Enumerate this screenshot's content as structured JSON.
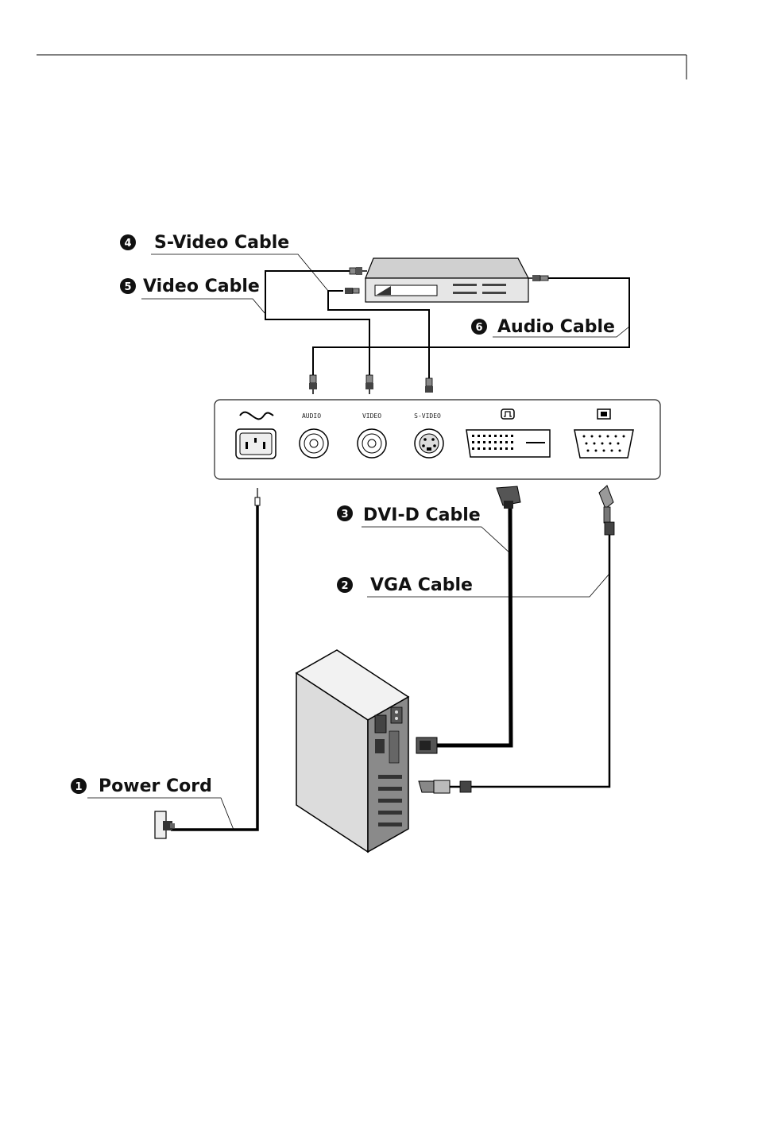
{
  "callouts": {
    "power_cord": {
      "number": "1",
      "label": "Power Cord"
    },
    "vga_cable": {
      "number": "2",
      "label": "VGA Cable"
    },
    "dvi_cable": {
      "number": "3",
      "label": "DVI-D Cable"
    },
    "svideo_cable": {
      "number": "4",
      "label": "S-Video Cable"
    },
    "video_cable": {
      "number": "5",
      "label": "Video Cable"
    },
    "audio_cable": {
      "number": "6",
      "label": "Audio Cable"
    }
  },
  "ports": {
    "audio": "AUDIO",
    "video": "VIDEO",
    "svideo": "S-VIDEO"
  },
  "icons": {
    "ac_power": "ac-wave-icon",
    "dvi": "dvi-port-icon",
    "vga": "vga-port-icon"
  }
}
